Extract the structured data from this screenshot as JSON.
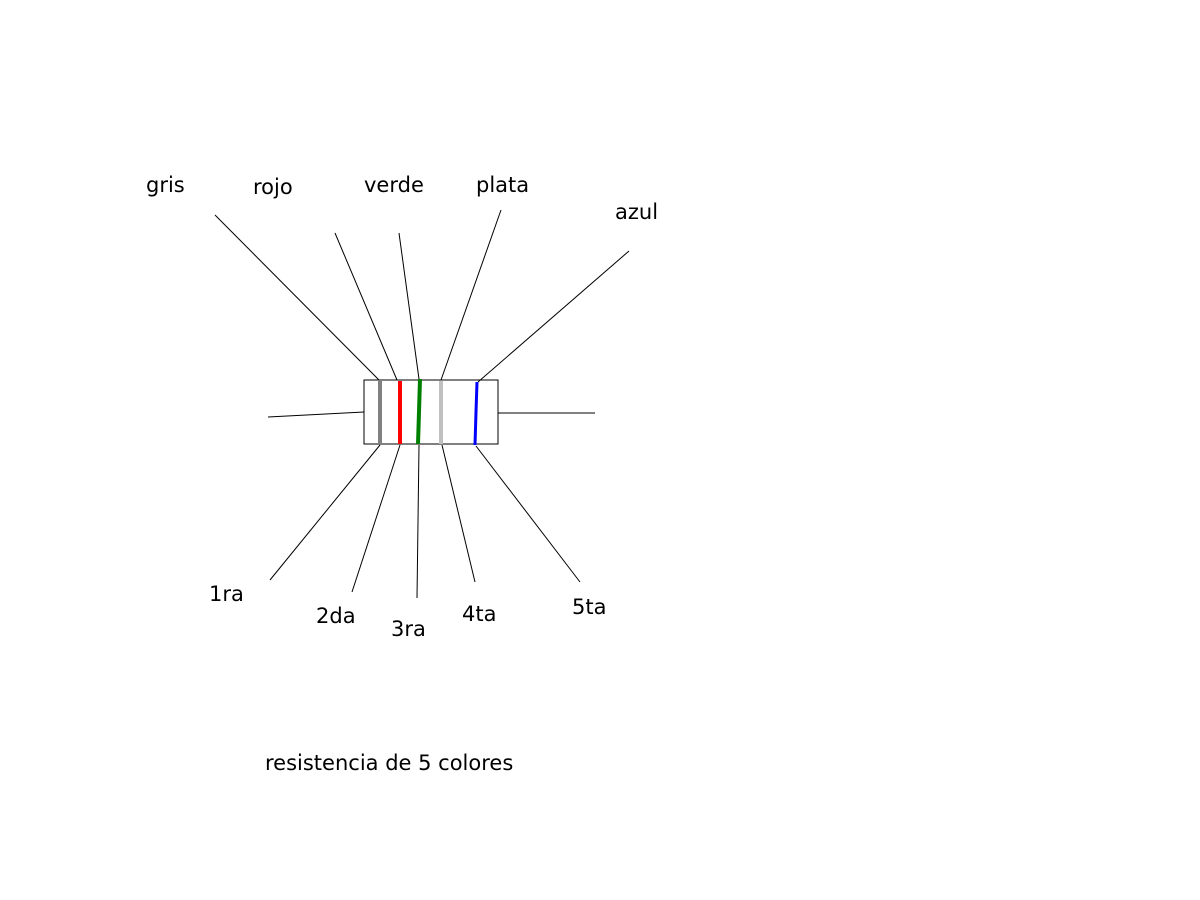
{
  "bands": [
    {
      "color_name": "gris",
      "position_label": "1ra",
      "color": "#808080"
    },
    {
      "color_name": "rojo",
      "position_label": "2da",
      "color": "#ff0000"
    },
    {
      "color_name": "verde",
      "position_label": "3ra",
      "color": "#008000"
    },
    {
      "color_name": "plata",
      "position_label": "4ta",
      "color": "#c0c0c0"
    },
    {
      "color_name": "azul",
      "position_label": "5ta",
      "color": "#0000ff"
    }
  ],
  "caption": "resistencia de 5 colores",
  "line_color": "#000000"
}
